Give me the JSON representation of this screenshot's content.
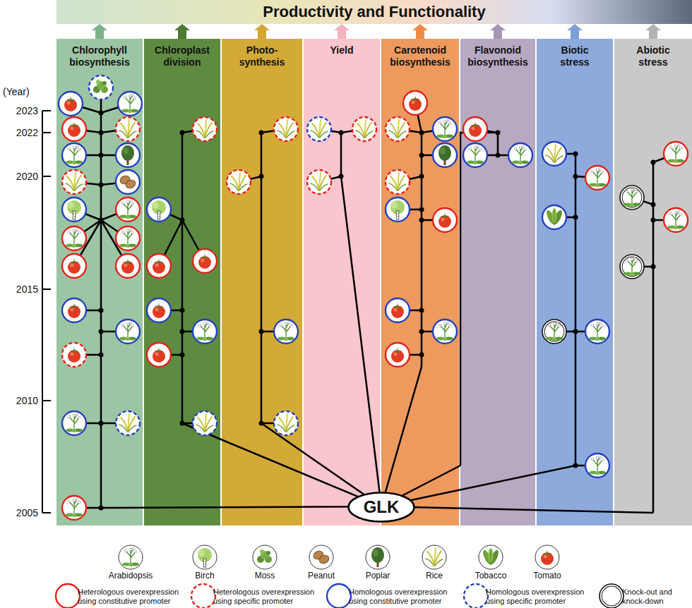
{
  "diagram": {
    "nodes": [
      {
        "text": [
          "Productivity and Functionality"
        ]
      },
      {
        "text": [
          "Chlorophyll biosynthesis"
        ]
      },
      {
        "text": [
          "Chloroplast division"
        ]
      },
      {
        "text": [
          "Photo- synthesis"
        ]
      },
      {
        "text": [
          "Yield"
        ]
      },
      {
        "text": [
          "Carotenoid biosynthesis"
        ]
      },
      {
        "text": [
          "Flavonoid biosynthesis"
        ]
      },
      {
        "text": [
          "Biotic stress"
        ]
      },
      {
        "text": [
          "Abiotic stress"
        ]
      },
      {
        "text": [
          "GLK"
        ]
      }
    ],
    "edges": [
      {
        "from": 1,
        "to": 0,
        "arrow": "to"
      },
      {
        "from": 2,
        "to": 0,
        "arrow": "to"
      },
      {
        "from": 3,
        "to": 0,
        "arrow": "to"
      },
      {
        "from": 4,
        "to": 0,
        "arrow": "to"
      },
      {
        "from": 5,
        "to": 0,
        "arrow": "to"
      },
      {
        "from": 6,
        "to": 0,
        "arrow": "to"
      },
      {
        "from": 7,
        "to": 0,
        "arrow": "to"
      },
      {
        "from": 8,
        "to": 0,
        "arrow": "to"
      }
    ],
    "labels": [
      "(Year)",
      "2023",
      "2022",
      "2020",
      "2015",
      "2010",
      "2005"
    ],
    "legend": [
      {
        "text": "Arabidopsis"
      },
      {
        "text": "Birch"
      },
      {
        "text": "Moss"
      },
      {
        "text": "Peanut"
      },
      {
        "text": "Poplar"
      },
      {
        "text": "Rice"
      },
      {
        "text": "Tobacco"
      },
      {
        "text": "Tomato"
      },
      {
        "text": "Heterologous overexpression using constitutive promoter"
      },
      {
        "text": "Heterologous overexpression using specific promoter"
      },
      {
        "text": "Homologous overexpression using constitutive promoter"
      },
      {
        "text": "Homologous overexpression using specific promoter"
      },
      {
        "text": "Knock-out and knock-down"
      }
    ]
  }
}
